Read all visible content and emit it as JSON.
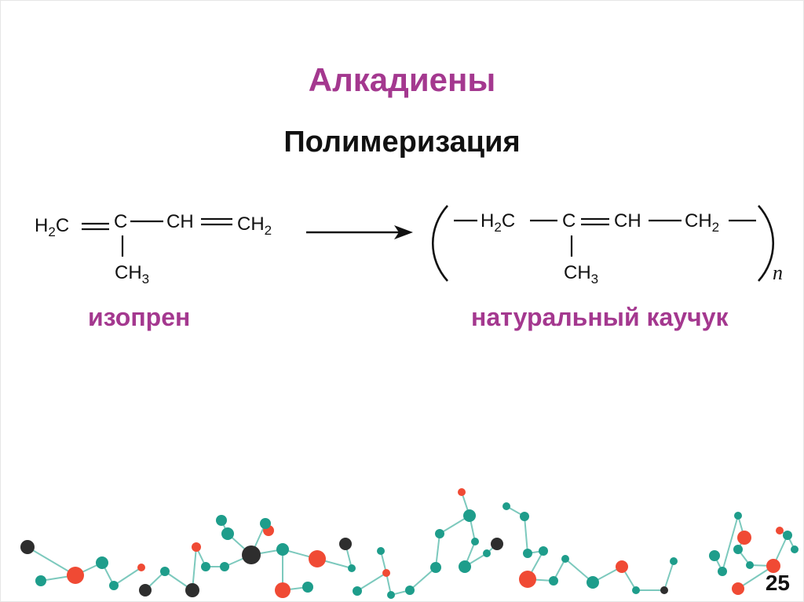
{
  "slide": {
    "title": "Алкадиены",
    "subtitle": "Полимеризация",
    "page_number": "25"
  },
  "reaction": {
    "reactant": {
      "label": "изопрен",
      "groups": {
        "h2c": "H",
        "h2c_sub": "2",
        "h2c_c": "C",
        "c": "C",
        "ch": "CH",
        "ch2": "CH",
        "ch2_sub": "2",
        "ch3": "CH",
        "ch3_sub": "3"
      }
    },
    "product": {
      "label": "натуральный каучук",
      "groups": {
        "h2c": "H",
        "h2c_sub": "2",
        "h2c_c": "C",
        "c": "C",
        "ch": "CH",
        "ch2": "CH",
        "ch2_sub": "2",
        "ch3": "CH",
        "ch3_sub": "3"
      },
      "repeat_symbol": "n"
    }
  },
  "colors": {
    "accent_purple": "#a4388f",
    "molecule_teal": "#1e9d8b",
    "molecule_red": "#f04a34",
    "molecule_dark": "#2e2e2e"
  }
}
